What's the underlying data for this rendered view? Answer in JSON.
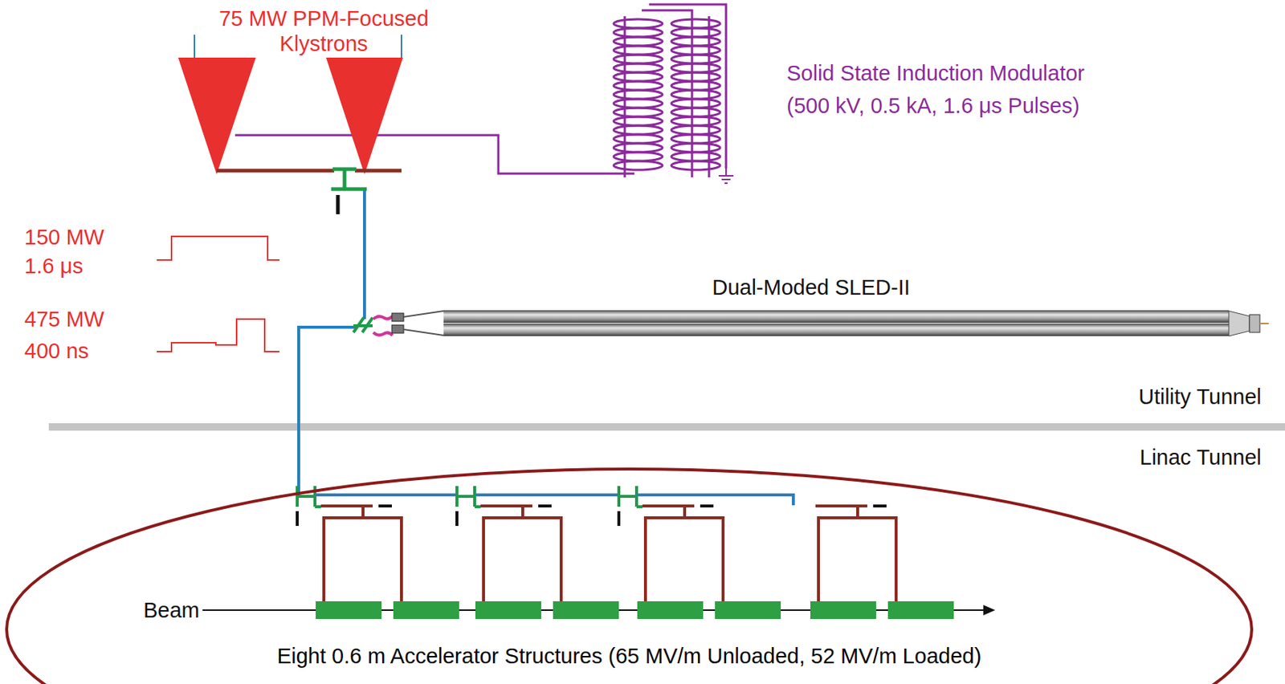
{
  "diagram": {
    "nodes": [
      {
        "text": [
          "Eight 0.6 m Accelerator Structures (65 MV/m Unloaded, 52 MV/m Loaded)"
        ]
      }
    ],
    "labels": [
      "75 MW PPM-Focused Klystrons",
      "Solid State Induction Modulator",
      "(500 kV, 0.5 kA, 1.6 μs Pulses)",
      "150 MW",
      "1.6 μs",
      "475 MW",
      "400 ns",
      "Dual-Moded SLED-II",
      "Utility Tunnel",
      "Linac Tunnel",
      "Beam"
    ]
  }
}
